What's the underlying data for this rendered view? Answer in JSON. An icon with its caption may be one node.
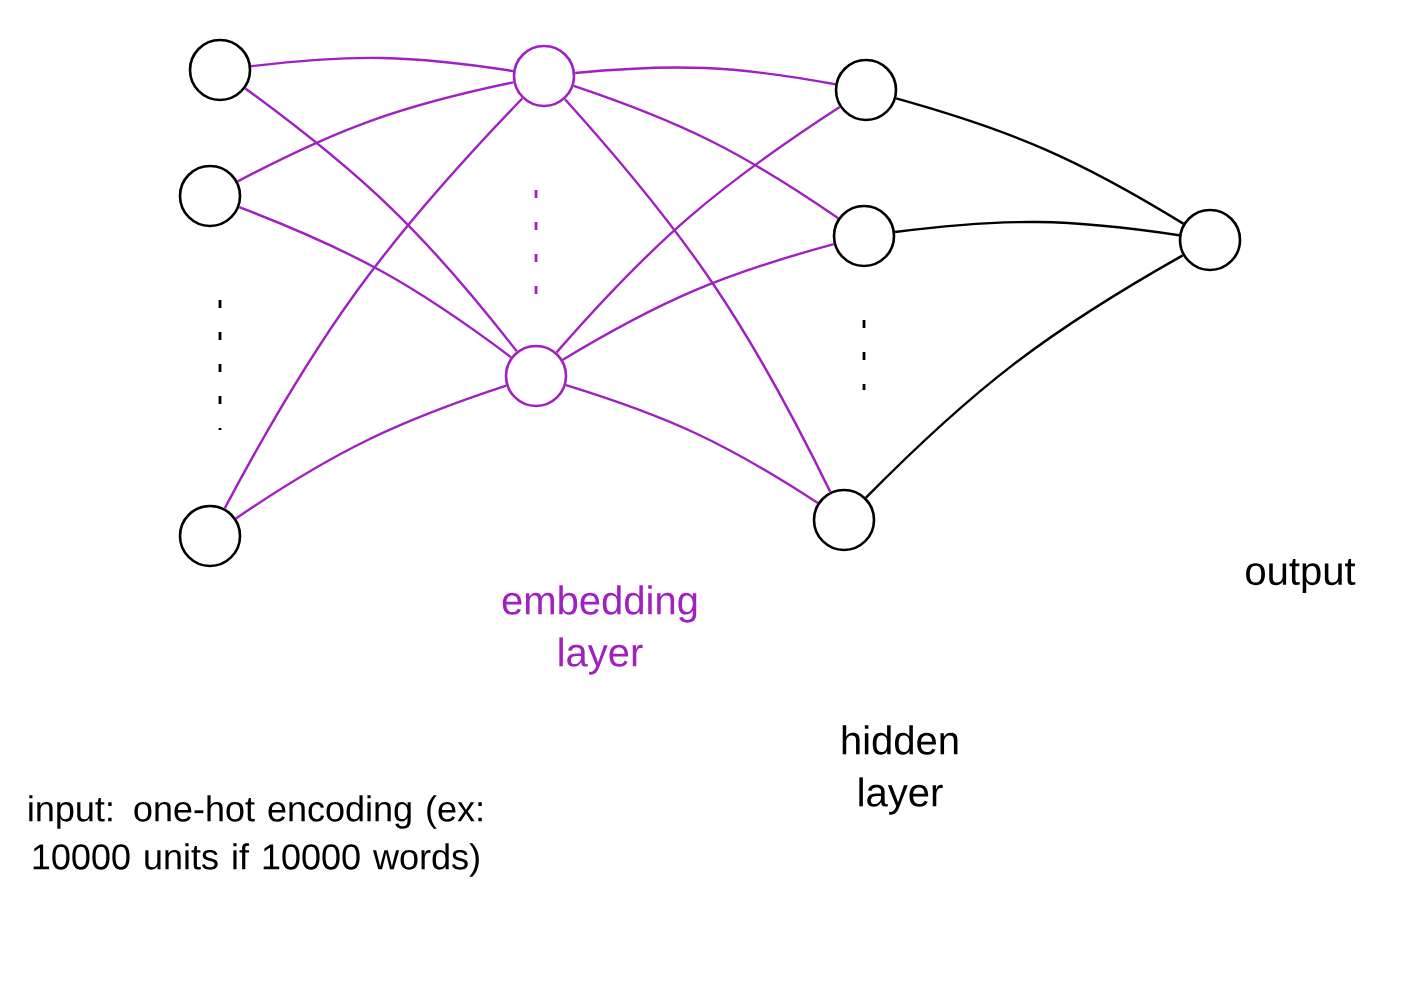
{
  "diagram": {
    "nodes": [
      {
        "text": [],
        "shape": "circle"
      },
      {
        "text": [],
        "shape": "circle"
      },
      {
        "text": [],
        "shape": "circle"
      },
      {
        "text": [],
        "shape": "circle"
      },
      {
        "text": [],
        "shape": "circle"
      },
      {
        "text": [],
        "shape": "circle"
      },
      {
        "text": [],
        "shape": "circle"
      },
      {
        "text": [],
        "shape": "circle"
      },
      {
        "text": [],
        "shape": "circle"
      }
    ],
    "edges": [
      {
        "from": 0,
        "to": 3,
        "arrow": "none"
      },
      {
        "from": 0,
        "to": 4,
        "arrow": "none"
      },
      {
        "from": 1,
        "to": 3,
        "arrow": "none"
      },
      {
        "from": 1,
        "to": 4,
        "arrow": "none"
      },
      {
        "from": 2,
        "to": 3,
        "arrow": "none"
      },
      {
        "from": 2,
        "to": 4,
        "arrow": "none"
      },
      {
        "from": 3,
        "to": 5,
        "arrow": "none"
      },
      {
        "from": 3,
        "to": 6,
        "arrow": "none"
      },
      {
        "from": 3,
        "to": 7,
        "arrow": "none"
      },
      {
        "from": 4,
        "to": 5,
        "arrow": "none"
      },
      {
        "from": 4,
        "to": 6,
        "arrow": "none"
      },
      {
        "from": 4,
        "to": 7,
        "arrow": "none"
      },
      {
        "from": 5,
        "to": 8,
        "arrow": "none",
        "color": "#000000"
      },
      {
        "from": 6,
        "to": 8,
        "arrow": "none",
        "color": "#000000"
      },
      {
        "from": 7,
        "to": 8,
        "arrow": "none",
        "color": "#000000"
      }
    ],
    "labels": [
      "embedding layer",
      "output",
      "input: one-hot encoding (ex: 10000 units if 10000 words)",
      "hidden layer"
    ]
  }
}
